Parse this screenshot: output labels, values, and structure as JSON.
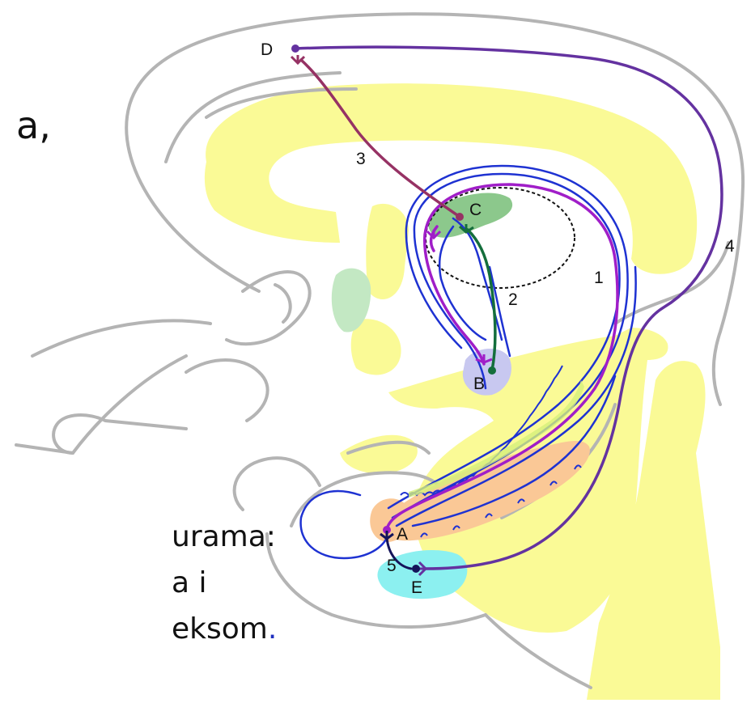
{
  "slide_text": {
    "fragment_top": "a,",
    "line1": "urama:",
    "line2": "a i",
    "line3_text": "eksom",
    "line3_period": "."
  },
  "labels": {
    "A": "A",
    "B": "B",
    "C": "C",
    "D": "D",
    "E": "E",
    "n1": "1",
    "n2": "2",
    "n3": "3",
    "n4": "4",
    "n5": "5"
  },
  "colors": {
    "brain_outline": "#b4b4b4",
    "ventricle_yellow": "#fafa96",
    "hypothalamus_blue": "#c8c8f0",
    "thalamus_green": "#8cc88c",
    "septal_green": "#c3e8c3",
    "amygdala_cyan": "#8cf0f0",
    "hippocampus_orange": "#fac896",
    "fornix_blue": "#1e32d2",
    "pathway_purple": "#a01ec8",
    "pathway_violet": "#6432a0",
    "pathway_green": "#146e3c",
    "pathway_maroon": "#963264"
  }
}
